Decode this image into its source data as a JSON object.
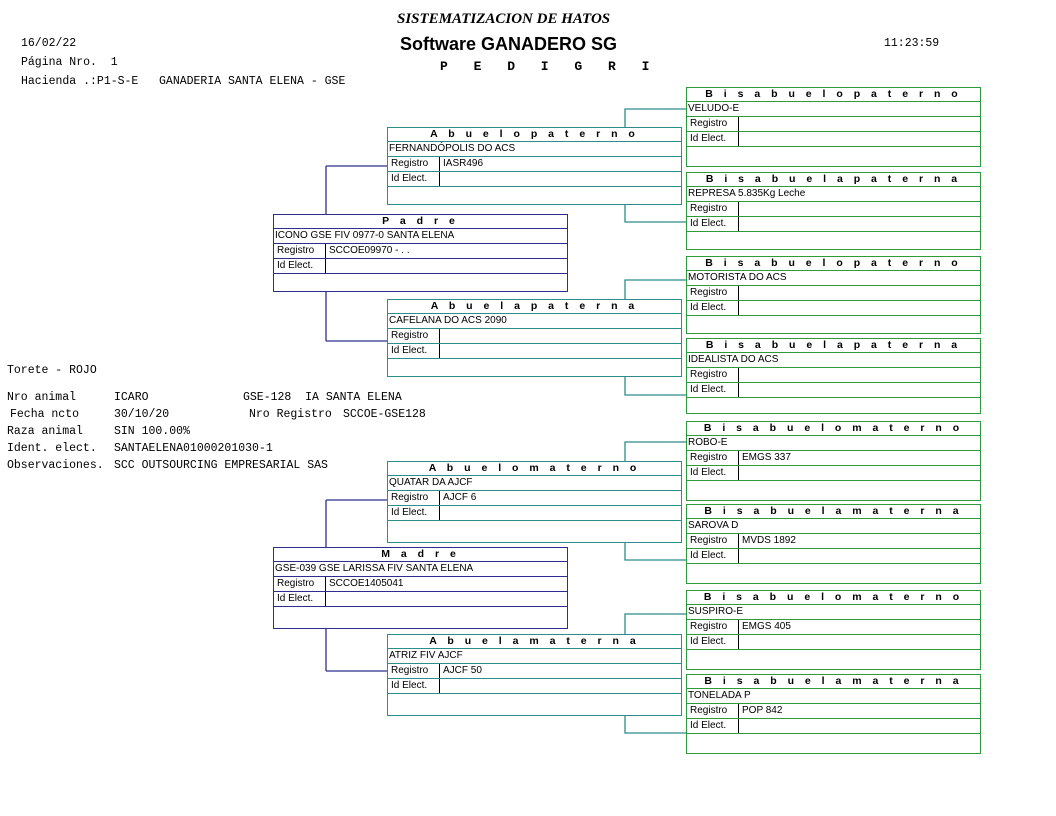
{
  "header": {
    "system_title": "SISTEMATIZACION DE HATOS",
    "software_title": "Software GANADERO SG",
    "report_title": "P E D I G R I",
    "date": "16/02/22",
    "time": "11:23:59",
    "page_line": "Página Nro.  1",
    "farm_line": "Hacienda .:P1-S-E   GANADERIA SANTA ELENA - GSE"
  },
  "animal": {
    "category": "Torete - ROJO",
    "nro_label": "Nro animal",
    "nro_value": "ICARO",
    "code_line": "GSE-128  IA SANTA ELENA",
    "fecha_label": "Fecha ncto",
    "fecha_value": "30/10/20",
    "registro_label": "Nro Registro",
    "registro_value": "SCCOE-GSE128",
    "raza_label": "Raza animal",
    "raza_value": "SIN 100.00%",
    "ident_label": "Ident. elect.",
    "ident_value": "SANTAELENA01000201030-1",
    "obs_label": "Observaciones.",
    "obs_value": "SCC OUTSOURCING EMPRESARIAL SAS"
  },
  "labels": {
    "registro": "Registro",
    "id_elect": "Id Elect."
  },
  "pedigree": {
    "padre": {
      "title": "P a d r e",
      "name": "ICONO GSE FIV 0977-0 SANTA ELENA",
      "registro": "SCCOE09970 - .  .",
      "id_elect": ""
    },
    "madre": {
      "title": "M a d r e",
      "name": "GSE-039 GSE LARISSA FIV SANTA ELENA",
      "registro": "SCCOE1405041",
      "id_elect": ""
    },
    "abuelo_paterno": {
      "title": "A b u e l o   p a t e r n o",
      "name": "FERNANDÓPOLIS DO ACS",
      "registro": "IASR496",
      "id_elect": ""
    },
    "abuela_paterna": {
      "title": "A b u e l a   p a t e r n a",
      "name": "CAFELANA DO ACS 2090",
      "registro": "",
      "id_elect": ""
    },
    "abuelo_materno": {
      "title": "A b u e l o   m a t e r n o",
      "name": "QUATAR DA AJCF",
      "registro": "AJCF 6",
      "id_elect": ""
    },
    "abuela_materna": {
      "title": "A b u e l a   m a t e r n a",
      "name": "ATRIZ FIV AJCF",
      "registro": "AJCF 50",
      "id_elect": ""
    },
    "bis1": {
      "title": "B i s a b u e l o   p a t e r n o",
      "name": "VELUDO-E",
      "registro": "",
      "id_elect": ""
    },
    "bis2": {
      "title": "B i s a b u e l a   p a t e r n a",
      "name": "REPRESA 5.835Kg Leche",
      "registro": "",
      "id_elect": ""
    },
    "bis3": {
      "title": "B i s a b u e l o   p a t e r n o",
      "name": "MOTORISTA DO ACS",
      "registro": "",
      "id_elect": ""
    },
    "bis4": {
      "title": "B i s a b u e l a   p a t e r n a",
      "name": "IDEALISTA DO ACS",
      "registro": "",
      "id_elect": ""
    },
    "bis5": {
      "title": "B i s a b u e l o  m a t e r n o",
      "name": "ROBO-E",
      "registro": "EMGS 337",
      "id_elect": ""
    },
    "bis6": {
      "title": "B i s a b u e l a   m a t e r n a",
      "name": "SAROVA D",
      "registro": "MVDS 1892",
      "id_elect": ""
    },
    "bis7": {
      "title": "B i s a b u e l o   m a t e r n o",
      "name": "SUSPIRO-E",
      "registro": "EMGS 405",
      "id_elect": ""
    },
    "bis8": {
      "title": "B i s a b u e l a   m a t e r n a",
      "name": "TONELADA P",
      "registro": "POP 842",
      "id_elect": ""
    }
  }
}
